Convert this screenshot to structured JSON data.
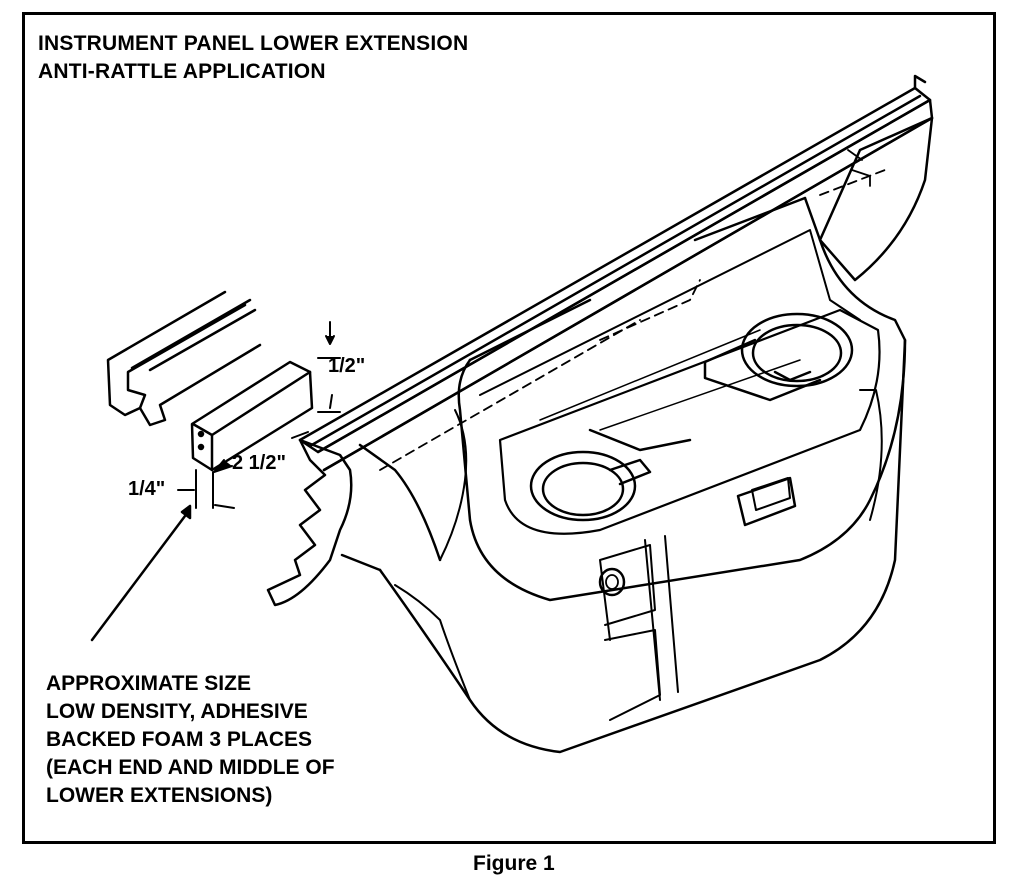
{
  "title": {
    "line1": "INSTRUMENT PANEL LOWER EXTENSION",
    "line2": "ANTI-RATTLE APPLICATION"
  },
  "dimensions": {
    "height": "1/2\"",
    "length": "2 1/2\"",
    "thickness": "1/4\""
  },
  "note": {
    "lines": [
      "APPROXIMATE SIZE",
      "LOW DENSITY, ADHESIVE",
      "BACKED FOAM 3 PLACES",
      "(EACH END AND MIDDLE OF",
      "LOWER EXTENSIONS)"
    ]
  },
  "caption": "Figure 1"
}
